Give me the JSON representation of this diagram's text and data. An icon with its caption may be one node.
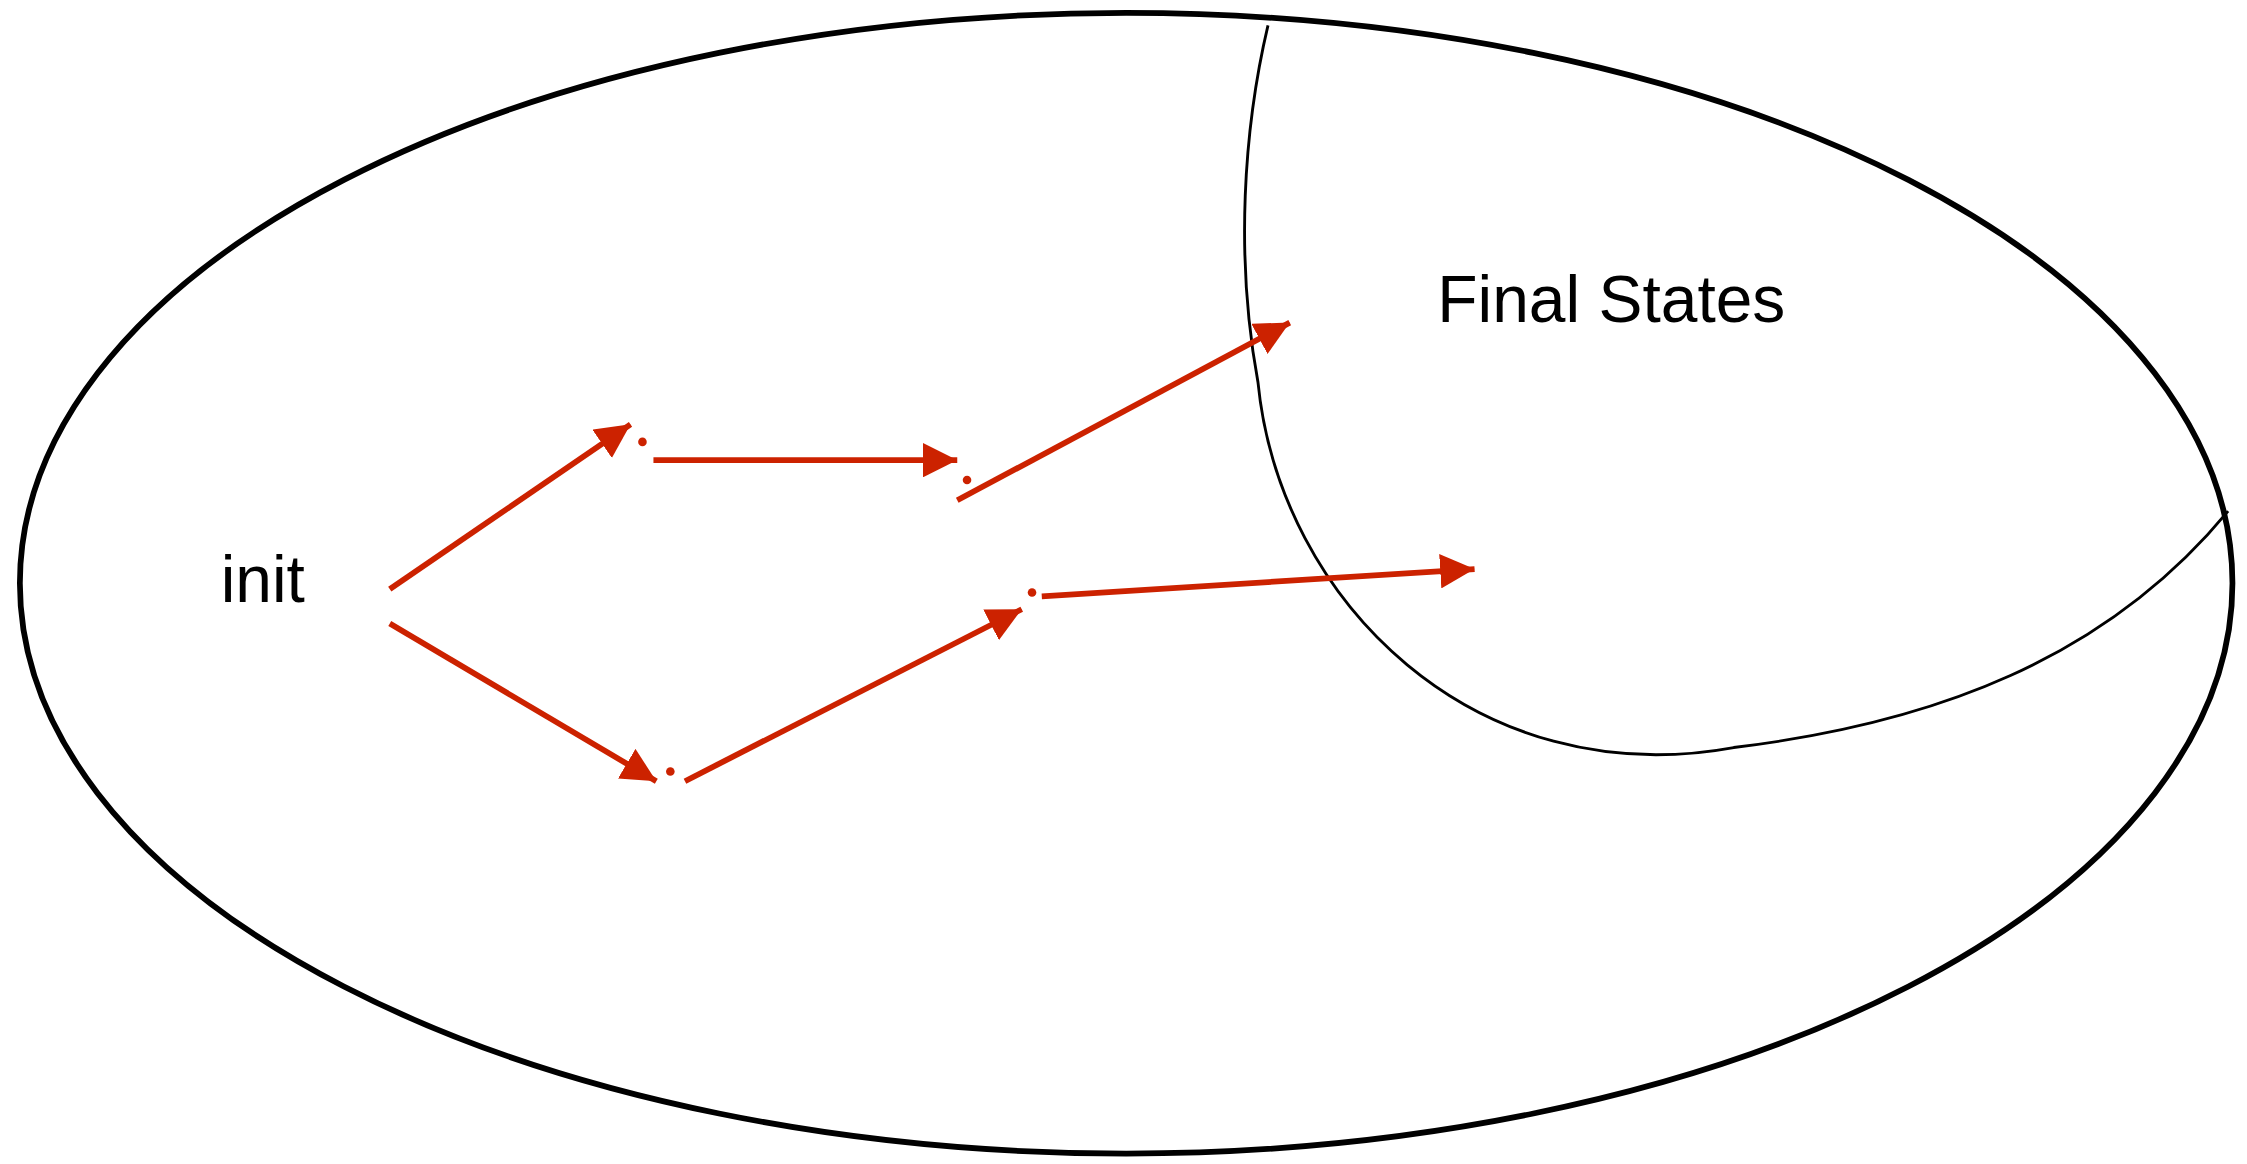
{
  "diagram": {
    "nodes": [
      {
        "text": [],
        "shape": "ellipse"
      },
      {
        "text": [
          "Final States"
        ],
        "in": 0
      },
      {
        "text": [
          "init"
        ],
        "in": 0
      },
      {
        "text": [],
        "shape": "point",
        "in": 0
      },
      {
        "text": [],
        "shape": "point",
        "in": 0
      },
      {
        "text": [],
        "shape": "point",
        "in": 0
      },
      {
        "text": [],
        "shape": "point",
        "in": 0
      }
    ],
    "edges": [
      {
        "from": 2,
        "to": 3,
        "arrow": "to"
      },
      {
        "from": 3,
        "to": 4,
        "arrow": "to"
      },
      {
        "from": 4,
        "to": 1,
        "arrow": "to"
      },
      {
        "from": 2,
        "to": 5,
        "arrow": "to"
      },
      {
        "from": 5,
        "to": 6,
        "arrow": "to"
      },
      {
        "from": 6,
        "to": 1,
        "arrow": "to"
      }
    ]
  }
}
